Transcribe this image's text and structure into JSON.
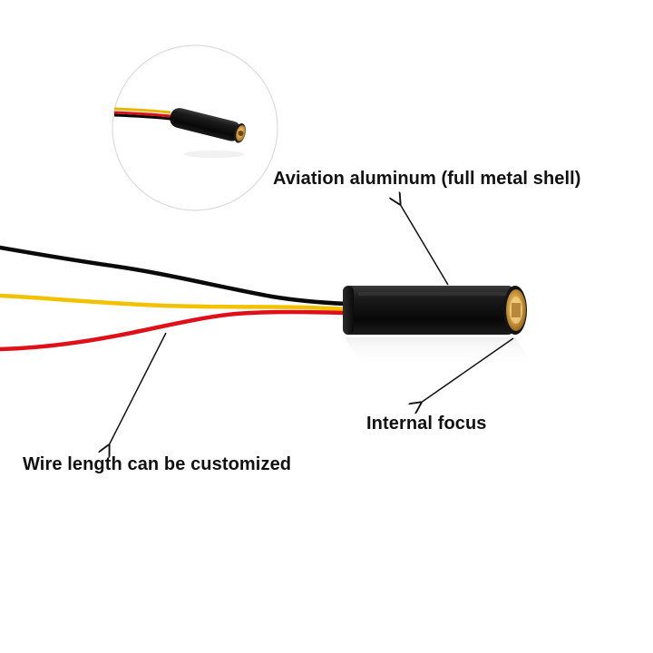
{
  "annotations": {
    "shell": "Aviation aluminum (full metal shell)",
    "focus": "Internal focus",
    "wire": "Wire length can be customized"
  },
  "colors": {
    "background": "#ffffff",
    "wire_black": "#0a0a0a",
    "wire_yellow": "#f2c200",
    "wire_red": "#e0101a",
    "module_body": "#101010",
    "lens_brass": "#d3a24a",
    "label_text": "#111111"
  },
  "icons": [
    "wire-bundle",
    "laser-module",
    "brass-lens",
    "arrow-line"
  ]
}
